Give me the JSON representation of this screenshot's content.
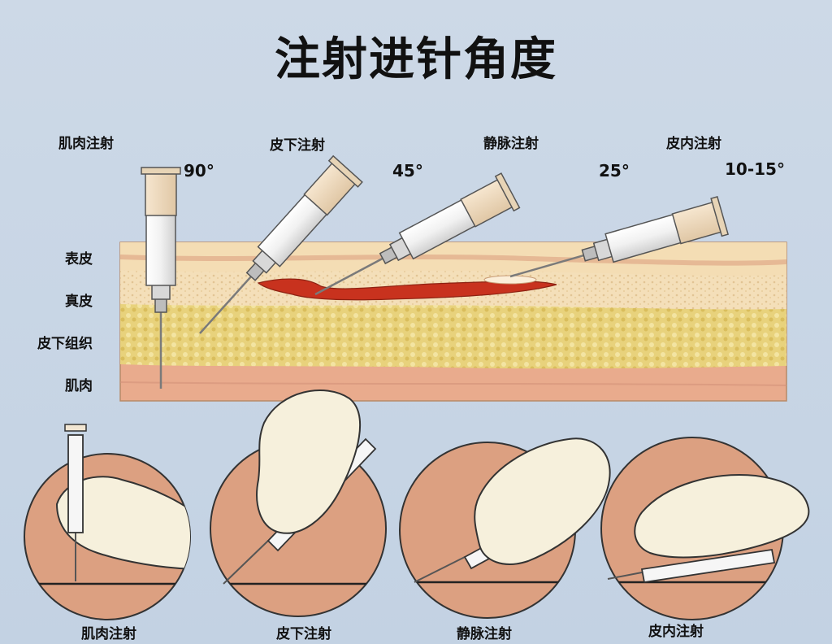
{
  "title": "注射进针角度",
  "injections": [
    {
      "label": "肌肉注射",
      "angle": "90°"
    },
    {
      "label": "皮下注射",
      "angle": "45°"
    },
    {
      "label": "静脉注射",
      "angle": "25°"
    },
    {
      "label": "皮内注射",
      "angle": "10-15°"
    }
  ],
  "layers": [
    "表皮",
    "真皮",
    "皮下组织",
    "肌肉"
  ],
  "bottom_labels": [
    "肌肉注射",
    "皮下注射",
    "静脉注射",
    "皮内注射"
  ],
  "colors": {
    "background": "#c9d7e6",
    "epidermis": "#f3dcb8",
    "dermis": "#f0c7a3",
    "vein": "#c8321e",
    "subcutaneous": "#e9d27a",
    "muscle": "#e9ab8d",
    "circle": "#dca081",
    "glove": "#f6f0dc"
  }
}
